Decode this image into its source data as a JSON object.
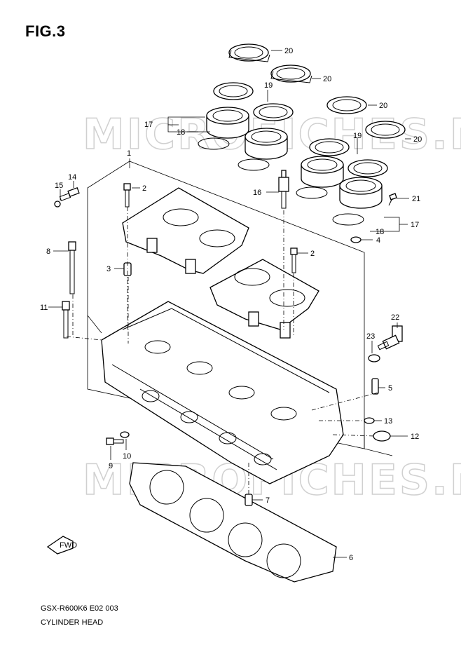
{
  "figure": {
    "title": "FIG.3"
  },
  "footer": {
    "model_code": "GSX-R600K6 E02 003",
    "section_name": "CYLINDER HEAD"
  },
  "watermarks": [
    "MICROFICHES.NET",
    "MICROFICHES.NET"
  ],
  "fwd_label": "FWD",
  "callouts": {
    "c1": "1",
    "c2a": "2",
    "c2b": "2",
    "c3": "3",
    "c4": "4",
    "c5": "5",
    "c6": "6",
    "c7": "7",
    "c8": "8",
    "c9": "9",
    "c10": "10",
    "c11": "11",
    "c12": "12",
    "c13": "13",
    "c14": "14",
    "c15": "15",
    "c16": "16",
    "c17a": "17",
    "c17b": "17",
    "c18a": "18",
    "c18b": "18",
    "c19a": "19",
    "c19b": "19",
    "c20a": "20",
    "c20b": "20",
    "c20c": "20",
    "c20d": "20",
    "c21": "21",
    "c22": "22",
    "c23": "23"
  },
  "colors": {
    "line": "#000000",
    "watermark": "#d0d0d0",
    "background": "#ffffff"
  }
}
